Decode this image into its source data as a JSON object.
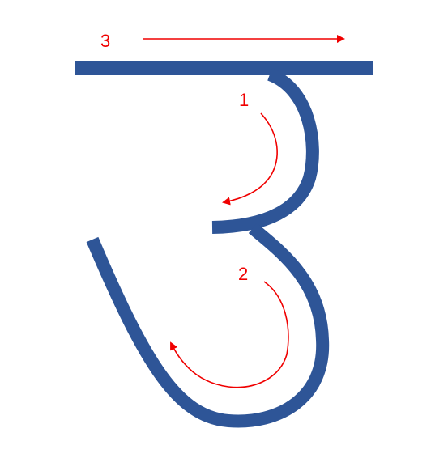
{
  "diagram": {
    "glyph_color": "#2E5597",
    "arrow_color": "#F00000",
    "strokes": [
      {
        "order": "1",
        "name": "upper-curve"
      },
      {
        "order": "2",
        "name": "lower-curve"
      },
      {
        "order": "3",
        "name": "headline"
      }
    ]
  }
}
